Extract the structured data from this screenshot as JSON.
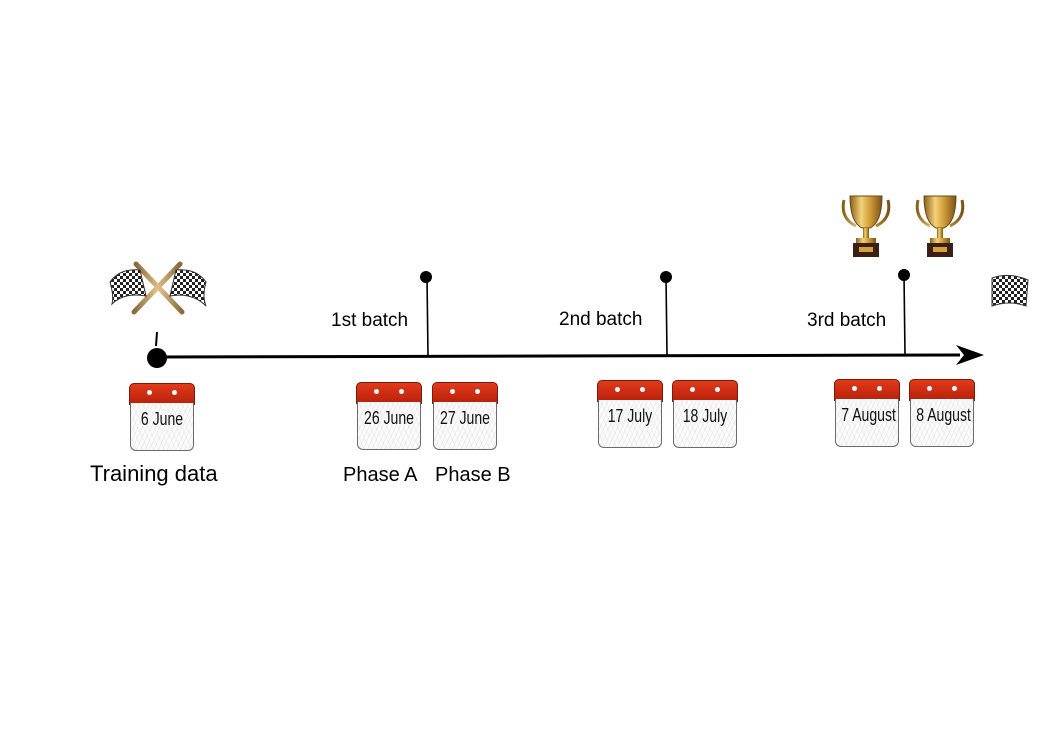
{
  "timeline": {
    "start_label": "Training data",
    "batches": [
      {
        "label": "1st batch",
        "phase_labels": [
          "Phase A",
          "Phase B"
        ]
      },
      {
        "label": "2nd batch"
      },
      {
        "label": "3rd batch"
      }
    ],
    "dates": [
      "6 June",
      "26 June",
      "27 June",
      "17 July",
      "18 July",
      "7 August",
      "8 August"
    ]
  },
  "icons": {
    "start": "crossed-checkered-flags-icon",
    "finish": "checkered-flag-icon",
    "award": "trophy-icon",
    "date": "calendar-icon"
  },
  "colors": {
    "calendar_header": "#d7301b",
    "trophy": "#d4a23c",
    "line": "#000000"
  }
}
